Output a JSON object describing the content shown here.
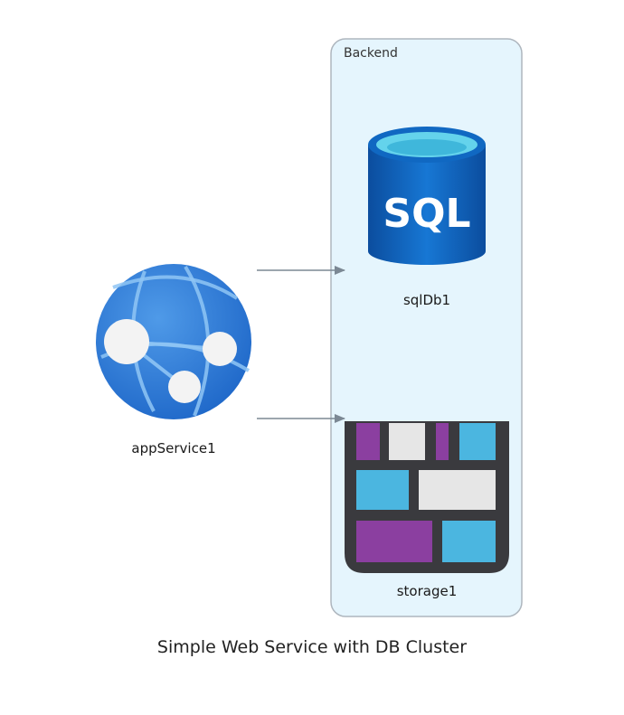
{
  "diagram": {
    "caption": "Simple Web Service with DB Cluster",
    "cluster": {
      "label": "Backend",
      "fill": "#e5f5fd",
      "stroke": "#aeb6be"
    },
    "nodes": {
      "app_service": {
        "label": "appService1",
        "icon": "azure-app-service-icon"
      },
      "sql_db": {
        "label": "sqlDb1",
        "icon": "azure-sql-database-icon",
        "icon_text": "SQL"
      },
      "storage": {
        "label": "storage1",
        "icon": "azure-storage-icon"
      }
    },
    "edges": [
      {
        "from": "appService1",
        "to": "sqlDb1"
      },
      {
        "from": "appService1",
        "to": "storage1"
      }
    ],
    "colors": {
      "edge": "#7b8894",
      "sql_blue": "#0a5fb4",
      "storage_dark": "#3a3a3e"
    }
  }
}
